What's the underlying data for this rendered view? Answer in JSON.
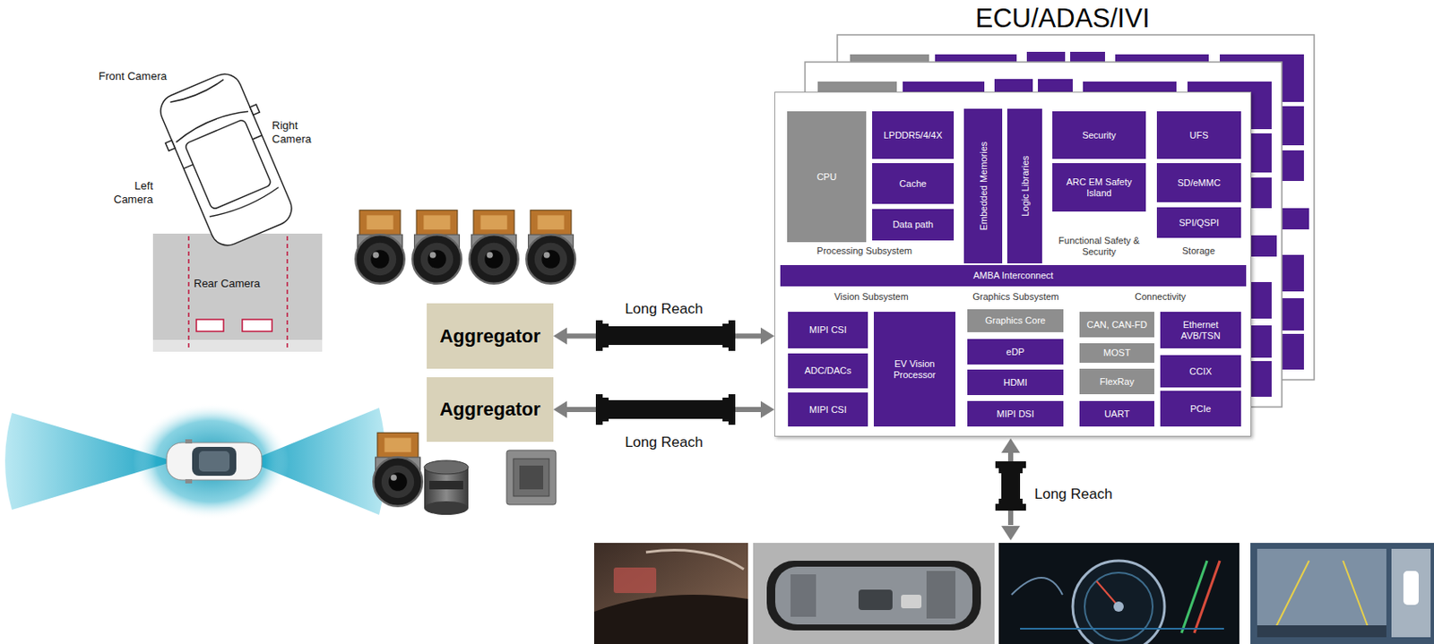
{
  "diagram": {
    "title": "ECU/ADAS/IVI",
    "nodes": [
      {
        "text": [
          "Aggregator"
        ]
      },
      {
        "text": [
          "Aggregator"
        ]
      },
      {
        "text": [
          "Processing Subsystem",
          "Functional Safety & Security",
          "Storage",
          "Vision Subsystem",
          "Graphics Subsystem",
          "Connectivity"
        ]
      },
      {
        "text": [
          "CPU"
        ],
        "in": 2
      },
      {
        "text": [
          "LPDDR5/4/4X"
        ],
        "in": 2
      },
      {
        "text": [
          "Cache"
        ],
        "in": 2
      },
      {
        "text": [
          "Data path"
        ],
        "in": 2
      },
      {
        "text": [
          "Embedded Memories"
        ],
        "in": 2
      },
      {
        "text": [
          "Logic Libraries"
        ],
        "in": 2
      },
      {
        "text": [
          "Security"
        ],
        "in": 2
      },
      {
        "text": [
          "ARC EM Safety Island"
        ],
        "in": 2
      },
      {
        "text": [
          "UFS"
        ],
        "in": 2
      },
      {
        "text": [
          "SD/eMMC"
        ],
        "in": 2
      },
      {
        "text": [
          "SPI/QSPI"
        ],
        "in": 2
      },
      {
        "text": [
          "AMBA Interconnect"
        ],
        "in": 2
      },
      {
        "text": [
          "MIPI CSI"
        ],
        "in": 2
      },
      {
        "text": [
          "ADC/DACs"
        ],
        "in": 2
      },
      {
        "text": [
          "MIPI CSI"
        ],
        "in": 2
      },
      {
        "text": [
          "EV Vision Processor"
        ],
        "in": 2
      },
      {
        "text": [
          "Graphics Core"
        ],
        "in": 2
      },
      {
        "text": [
          "eDP"
        ],
        "in": 2
      },
      {
        "text": [
          "HDMI"
        ],
        "in": 2
      },
      {
        "text": [
          "MIPI DSI"
        ],
        "in": 2
      },
      {
        "text": [
          "CAN, CAN-FD"
        ],
        "in": 2
      },
      {
        "text": [
          "MOST"
        ],
        "in": 2
      },
      {
        "text": [
          "FlexRay"
        ],
        "in": 2
      },
      {
        "text": [
          "UART"
        ],
        "in": 2
      },
      {
        "text": [
          "Ethernet AVB/TSN"
        ],
        "in": 2
      },
      {
        "text": [
          "CCIX"
        ],
        "in": 2
      },
      {
        "text": [
          "PCIe"
        ],
        "in": 2
      }
    ],
    "edges": [
      {
        "from": 0,
        "to": 2,
        "arrow": "both",
        "label": "Long Reach"
      },
      {
        "from": 1,
        "to": 2,
        "arrow": "both",
        "label": "Long Reach"
      }
    ],
    "labels": [
      "Front Camera",
      "Right Camera",
      "Left Camera",
      "Rear Camera",
      "Long Reach"
    ]
  }
}
